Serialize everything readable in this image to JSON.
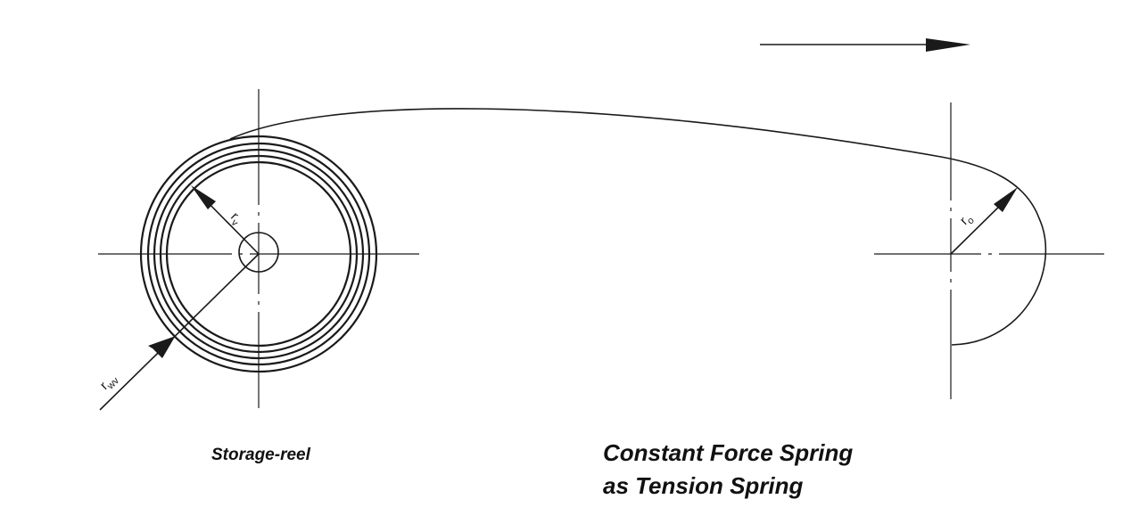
{
  "labels": {
    "r_v": "r",
    "r_v_sub": "v",
    "r_wv": "r",
    "r_wv_sub": "wv",
    "r_o": "r",
    "r_o_sub": "o"
  },
  "captions": {
    "storage_reel": "Storage-reel",
    "title_line1": "Constant Force Spring",
    "title_line2": "as Tension Spring"
  },
  "colors": {
    "ink": "#1a1a1a",
    "background": "#ffffff"
  }
}
